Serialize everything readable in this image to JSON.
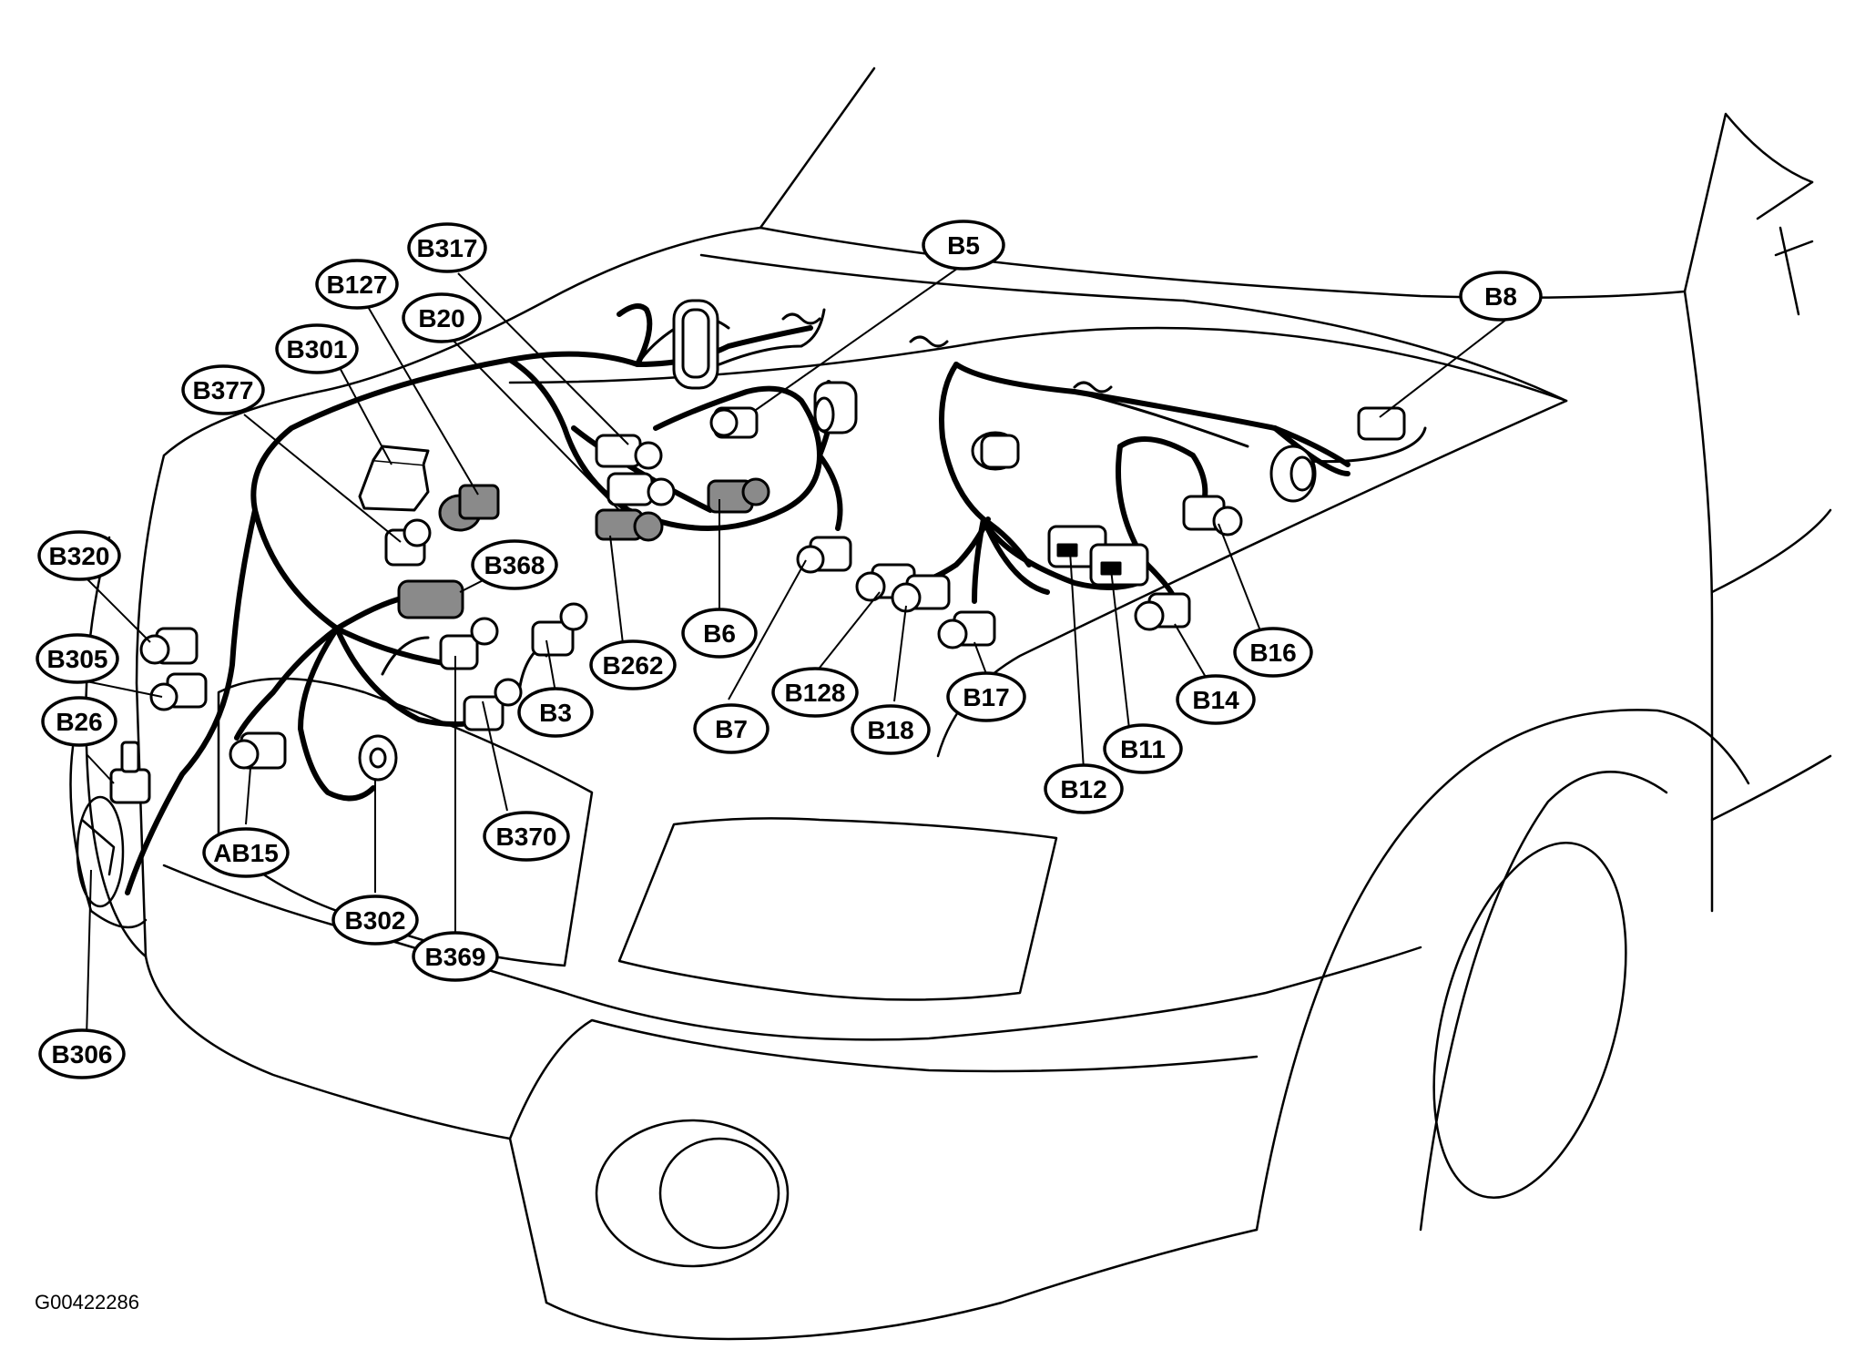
{
  "figure_id": "G00422286",
  "connectors": [
    {
      "id": "b317",
      "label": "B317"
    },
    {
      "id": "b5",
      "label": "B5"
    },
    {
      "id": "b8",
      "label": "B8"
    },
    {
      "id": "b127",
      "label": "B127"
    },
    {
      "id": "b20",
      "label": "B20"
    },
    {
      "id": "b301",
      "label": "B301"
    },
    {
      "id": "b377",
      "label": "B377"
    },
    {
      "id": "b320",
      "label": "B320"
    },
    {
      "id": "b368",
      "label": "B368"
    },
    {
      "id": "b305",
      "label": "B305"
    },
    {
      "id": "b26",
      "label": "B26"
    },
    {
      "id": "b262",
      "label": "B262"
    },
    {
      "id": "b6",
      "label": "B6"
    },
    {
      "id": "b16",
      "label": "B16"
    },
    {
      "id": "b3",
      "label": "B3"
    },
    {
      "id": "b128",
      "label": "B128"
    },
    {
      "id": "b17",
      "label": "B17"
    },
    {
      "id": "b14",
      "label": "B14"
    },
    {
      "id": "b7",
      "label": "B7"
    },
    {
      "id": "b18",
      "label": "B18"
    },
    {
      "id": "b11",
      "label": "B11"
    },
    {
      "id": "b12",
      "label": "B12"
    },
    {
      "id": "ab15",
      "label": "AB15"
    },
    {
      "id": "b370",
      "label": "B370"
    },
    {
      "id": "b302",
      "label": "B302"
    },
    {
      "id": "b369",
      "label": "B369"
    },
    {
      "id": "b306",
      "label": "B306"
    }
  ],
  "colors": {
    "line": "#000000",
    "background": "#ffffff",
    "connector_fill": "#ffffff",
    "shaded_connector_fill": "#8a8a8a"
  }
}
